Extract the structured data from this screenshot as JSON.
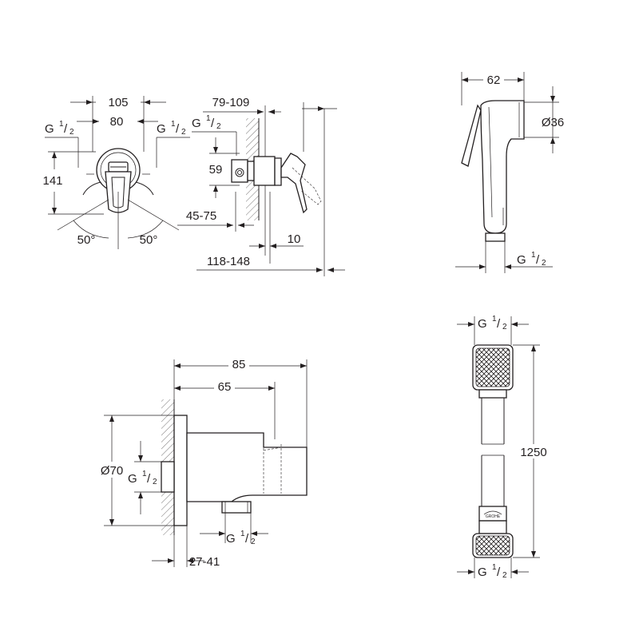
{
  "views": {
    "mixer_front": {
      "width_outer": "105",
      "width_inner": "80",
      "thread_left": {
        "base": "G",
        "num": "1",
        "den": "2"
      },
      "thread_right": {
        "base": "G",
        "num": "1",
        "den": "2"
      },
      "height": "141",
      "angle_left": "50°",
      "angle_right": "50°"
    },
    "mixer_side": {
      "depth_range": "79-109",
      "thread": {
        "base": "G",
        "num": "1",
        "den": "2"
      },
      "height": "59",
      "wall_range": "45-75",
      "offset": "10",
      "overall_range": "118-148"
    },
    "hand_shower": {
      "length": "62",
      "diameter": "Ø36",
      "thread": {
        "base": "G",
        "num": "1",
        "den": "2"
      }
    },
    "wall_outlet": {
      "depth_outer": "85",
      "depth_inner": "65",
      "diameter": "Ø70",
      "thread_side": {
        "base": "G",
        "num": "1",
        "den": "2"
      },
      "thread_bottom": {
        "base": "G",
        "num": "1",
        "den": "2"
      },
      "wall_range": "27-41"
    },
    "hose": {
      "thread_top": {
        "base": "G",
        "num": "1",
        "den": "2"
      },
      "length": "1250",
      "thread_bottom": {
        "base": "G",
        "num": "1",
        "den": "2"
      },
      "brand": "GROHE"
    }
  }
}
